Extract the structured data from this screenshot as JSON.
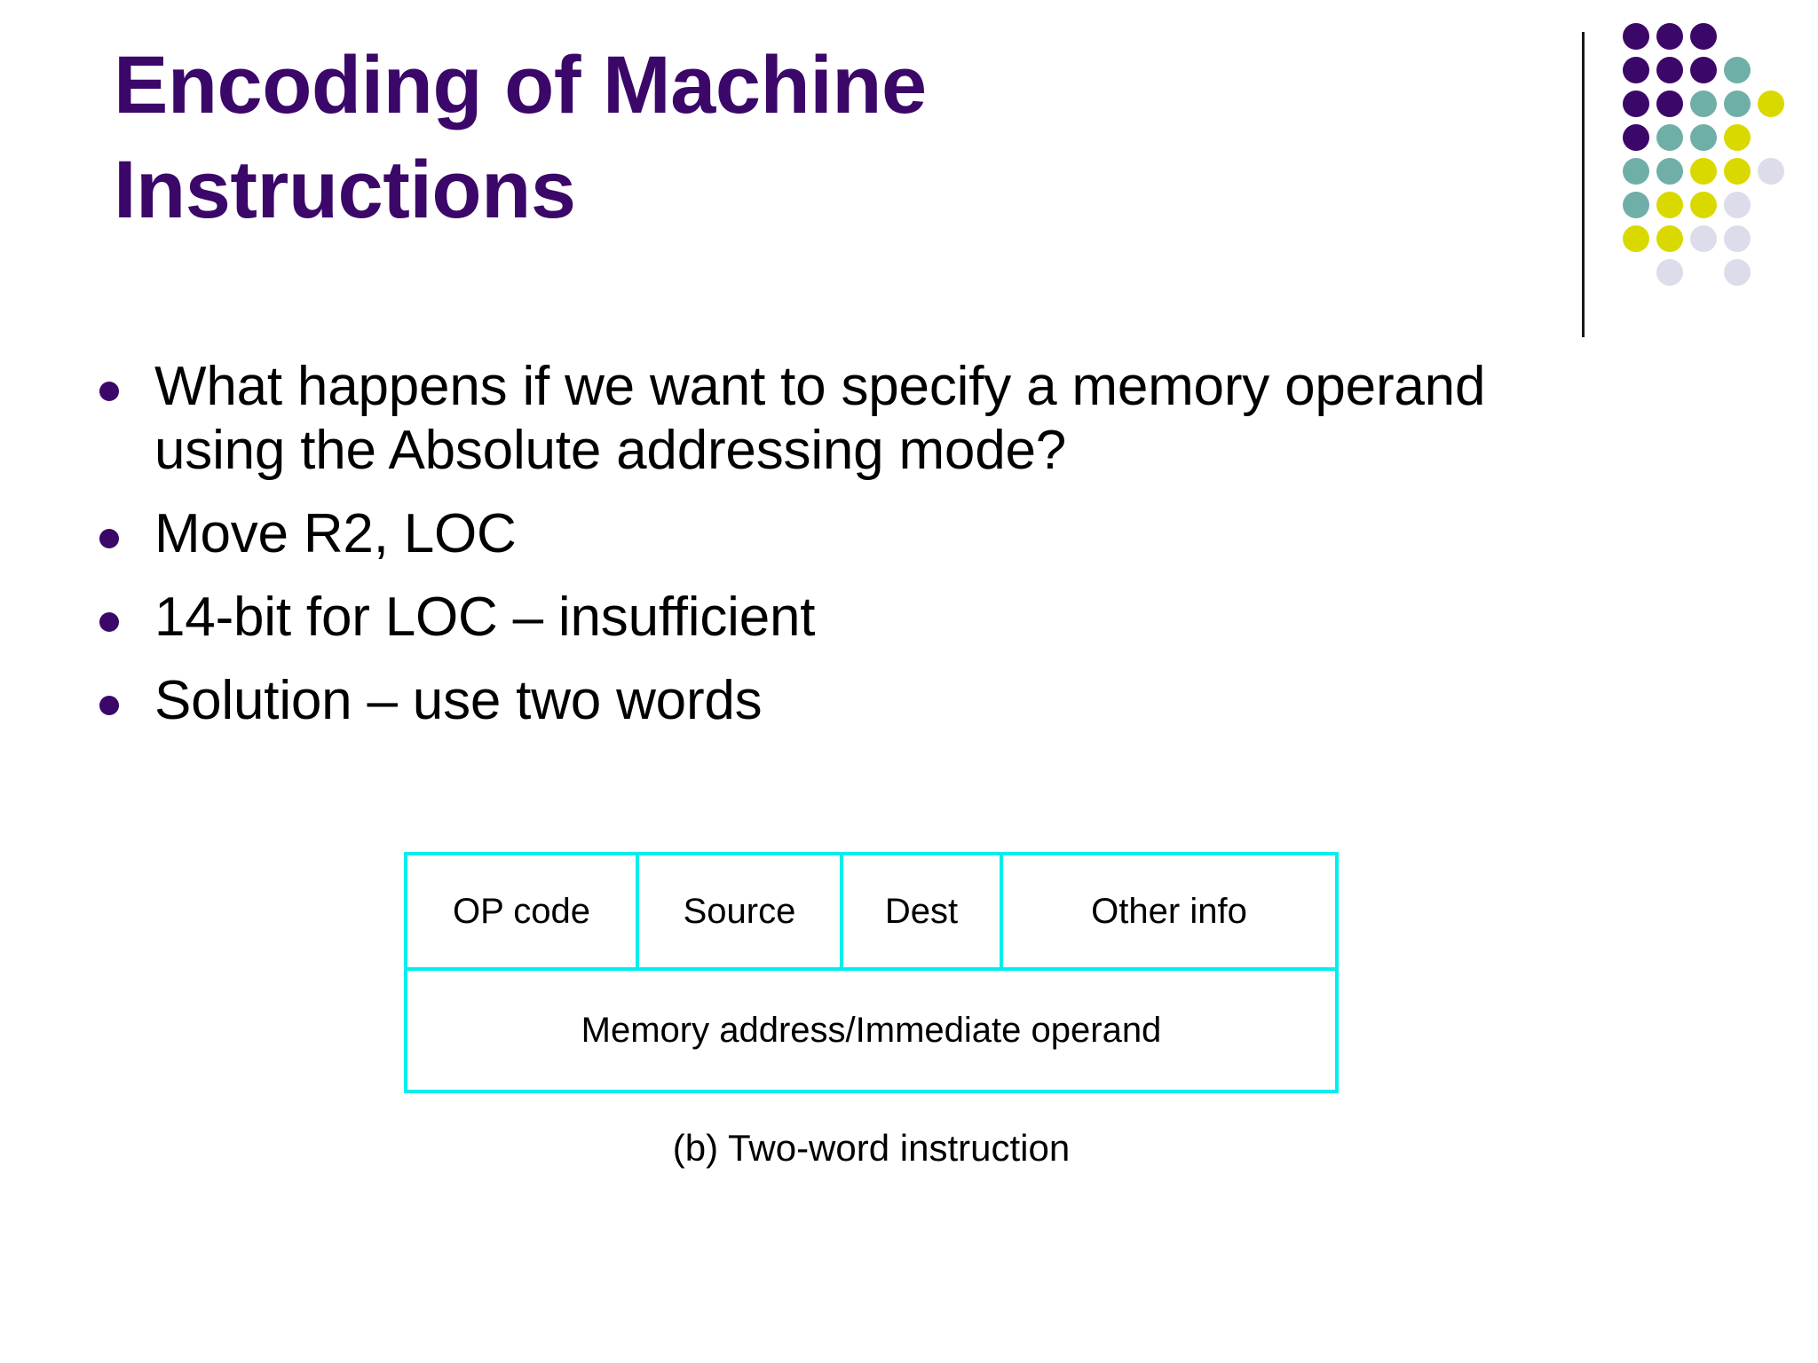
{
  "slide": {
    "title": "Encoding of Machine Instructions",
    "background_color": "#FFFFFF",
    "accent_color": "#3B0769",
    "diagram_border_color": "#00EEEE"
  },
  "bullets": [
    {
      "text": "What happens if we want to specify a memory operand using the Absolute addressing mode?"
    },
    {
      "text": "Move  R2, LOC"
    },
    {
      "text": "14-bit for LOC – insufficient"
    },
    {
      "text": "Solution – use two words"
    }
  ],
  "diagram": {
    "word1": {
      "cells": [
        {
          "label": "OP code"
        },
        {
          "label": "Source"
        },
        {
          "label": "Dest"
        },
        {
          "label": "Other info"
        }
      ]
    },
    "word2": {
      "label": "Memory address/Immediate operand"
    },
    "caption": "(b) Two-word instruction"
  },
  "decoration": {
    "colors": {
      "purple": "#3B0769",
      "teal": "#6FAFA8",
      "yellow": "#D9D900",
      "lavender": "#DCDCEB"
    },
    "grid": [
      [
        "purple",
        "purple",
        "purple",
        null,
        null
      ],
      [
        "purple",
        "purple",
        "purple",
        "teal",
        null
      ],
      [
        "purple",
        "purple",
        "teal",
        "teal",
        "yellow"
      ],
      [
        "purple",
        "teal",
        "teal",
        "yellow",
        null
      ],
      [
        "teal",
        "teal",
        "yellow",
        "yellow",
        "lavender"
      ],
      [
        "teal",
        "yellow",
        "yellow",
        "lavender",
        null
      ],
      [
        "yellow",
        "yellow",
        "lavender",
        "lavender",
        null
      ],
      [
        null,
        "lavender",
        null,
        "lavender",
        null
      ]
    ]
  }
}
